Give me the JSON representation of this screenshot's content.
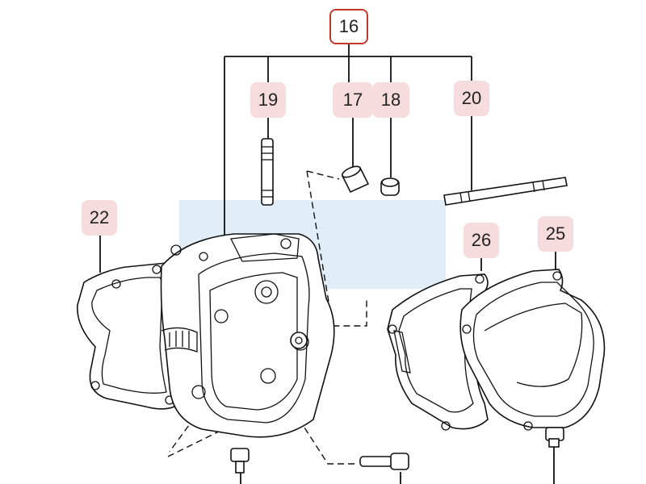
{
  "callouts": {
    "c16": "16",
    "c17": "17",
    "c18": "18",
    "c19": "19",
    "c20": "20",
    "c22": "22",
    "c25": "25",
    "c26": "26"
  },
  "colors": {
    "callout_bg": "#f6dcdc",
    "selected_border": "#c0392b",
    "watermark": "#dbeaf5",
    "line": "#111111"
  }
}
